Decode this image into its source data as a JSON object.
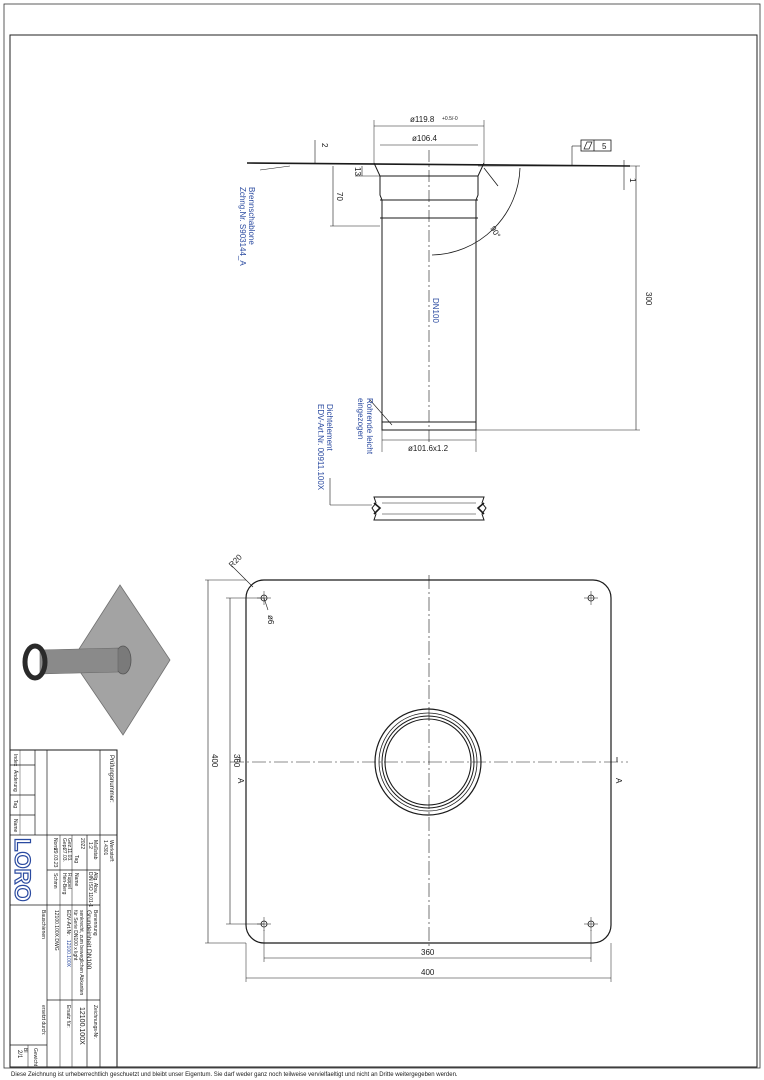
{
  "top_view": {
    "dim_outer_dia": "ø119.8",
    "dim_outer_tol": "+0.5/-0",
    "dim_inner_dia": "ø106.4",
    "dim_2": "2",
    "dim_13": "13",
    "dim_70": "70",
    "dim_300": "300",
    "dim_1": "1",
    "dim_angle": "90°",
    "flatness_value": "5",
    "label_dn": "DN100",
    "dim_bottom_dia": "ø101.6x1.2",
    "note_template_1": "Brennschablone",
    "note_template_2": "Zchng.Nr. S903144_A",
    "note_pipe_1": "Rohrende leicht",
    "note_pipe_2": "eingezogen",
    "note_seal_1": "Dichtelement",
    "note_seal_2": "EDV-Art.Nr. 00911.100X"
  },
  "plate_view": {
    "dim_r20": "R20",
    "dim_hole": "ø6",
    "dim_400_v": "400",
    "dim_360_v": "360",
    "dim_360_h": "360",
    "dim_400_h": "400",
    "section_a_left": "A",
    "section_a_right": "A"
  },
  "title_block": {
    "pruef_label": "Prüfungsnummer:",
    "pruef_value": "",
    "werkstoff_label": "Werkstoff:",
    "werkstoff_value": "1.4301",
    "massstab_label": "Maßstab",
    "massstab_value": "1:2",
    "allg_label": "Allg. Abw.",
    "allg_value": "DIN ISO 1101-1",
    "year": "2022",
    "col_tag": "Tag",
    "col_name": "Name",
    "row_gez": "Gez.",
    "row_gepr": "Gepr.",
    "row_norm": "Norm",
    "gez_tag": "11.03.",
    "gez_name": "Ruppel",
    "gepr_tag": "27.03.",
    "gepr_name": "Hen-Berg",
    "norm_tag": "29.03.23",
    "norm_name": "Schmn",
    "benennung_label": "Benennung",
    "benennung_1": "Grundeinheit DN100",
    "benennung_2": "senkrecht, zum beweglichen Abkanten",
    "benennung_3": "für Serie DN100 x light",
    "edv_label": "EDV-Art.Nr.",
    "edv_value": "12100.100X",
    "file_label": "12100.100X.DWG",
    "zeichnungs_label": "Zeichnungs-Nr.",
    "zeichnungs_value": "12100.100X",
    "ersatz_fuer": "Ersatz für:",
    "ersetzt_durch": "ersetzt durch:",
    "bauschienen": "Bauschienen",
    "rev_index": "Index",
    "rev_aenderung": "Änderung",
    "rev_tag": "Tag",
    "rev_name": "Name",
    "blatt_label": "Bl",
    "blatt_value": "2/1",
    "gewicht_label": "Gewicht",
    "brand": "LORO"
  },
  "footer": {
    "copyright": "Diese Zeichnung ist urheberrechtlich geschuetzt und bleibt unser Eigentum. Sie darf weder ganz noch teilweise vervielfaeltigt und nicht an Dritte weitergegeben werden."
  },
  "colors": {
    "line": "#1a1a1a",
    "note_blue": "#2a4aa0",
    "part_gray": "#9c9c9c"
  }
}
